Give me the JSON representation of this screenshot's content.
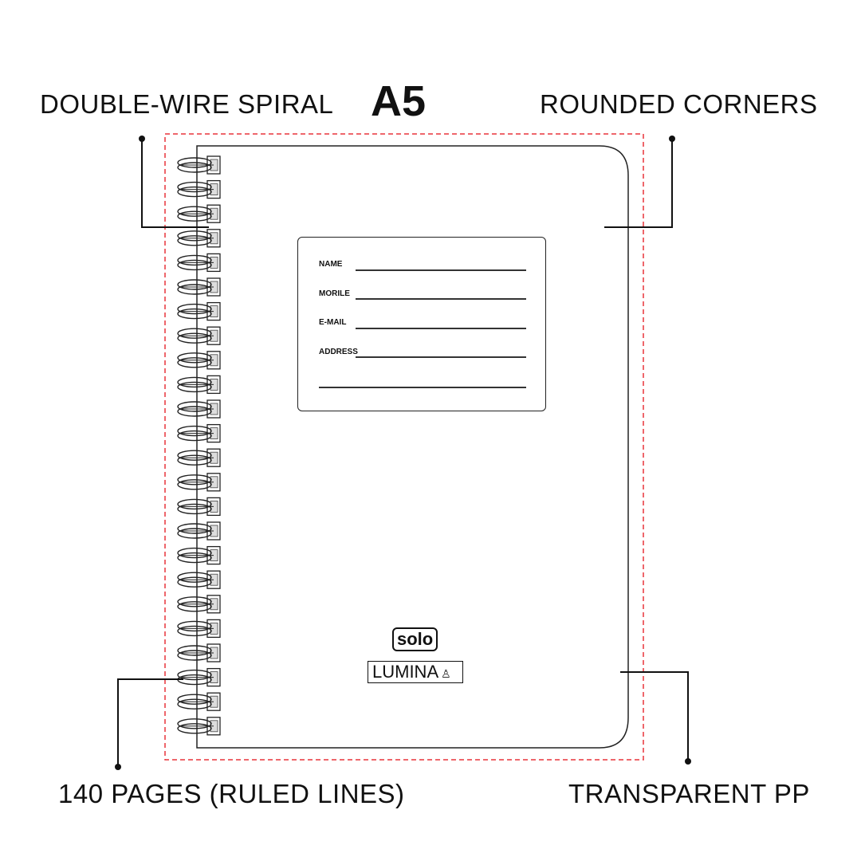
{
  "title": "A5",
  "callouts": {
    "spiral": "DOUBLE-WIRE SPIRAL",
    "corners": "ROUNDED CORNERS",
    "pages": "140 PAGES (RULED LINES)",
    "material": "TRANSPARENT PP"
  },
  "card": {
    "fields": [
      "NAME",
      "MORILE",
      "E-MAIL",
      "ADDRESS"
    ]
  },
  "brand": {
    "logo": "solo",
    "product": "LUMINA"
  },
  "colors": {
    "dashed_border": "#e8333a",
    "ink": "#111111"
  }
}
